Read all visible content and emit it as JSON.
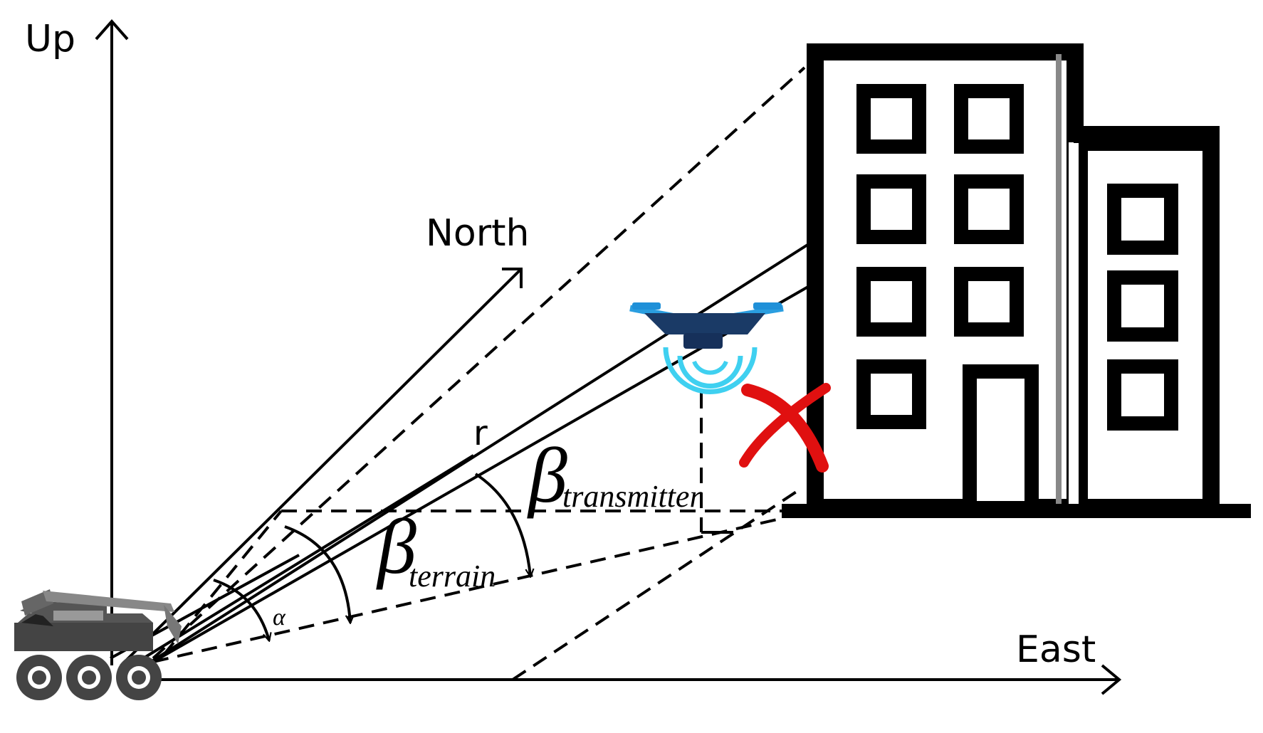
{
  "axes": {
    "up_label": "Up",
    "north_label": "North",
    "east_label": "East"
  },
  "labels": {
    "range": "r",
    "beta_symbol": "β",
    "beta_transmitter_sub": "transmitter",
    "beta_terrain_sub": "terrain",
    "alpha_symbol": "α"
  },
  "colors": {
    "line": "#000000",
    "blocked_mark": "#e01010",
    "signal_waves": "#3fd0f0",
    "drone_body": "#1a3a66",
    "drone_rotor": "#2a9ee0",
    "rover": "#555555",
    "building_wall": "#000000"
  },
  "icons": {
    "rover": "ground-robot-icon",
    "drone": "drone-icon",
    "building": "building-icon",
    "blocked": "red-x-icon"
  }
}
